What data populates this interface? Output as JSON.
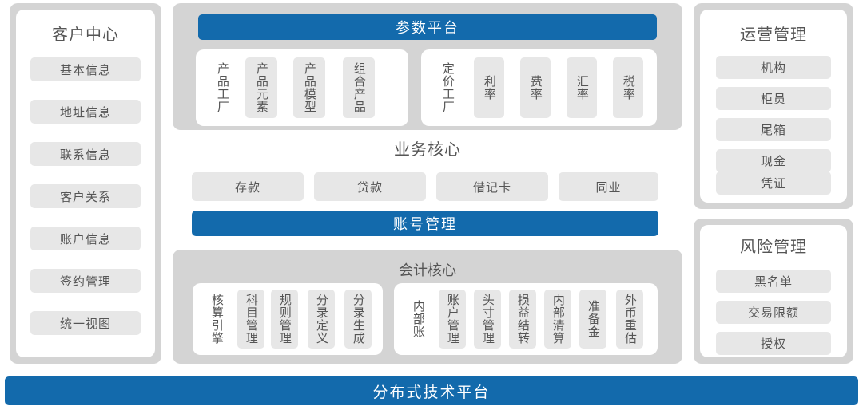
{
  "colors": {
    "accent_blue": "#136aac",
    "panel_gray": "#d4d4d4",
    "pill_gray": "#e7e7e7",
    "text_gray": "#555555",
    "card_white": "#ffffff"
  },
  "customer_center": {
    "title": "客户中心",
    "items": [
      "基本信息",
      "地址信息",
      "联系信息",
      "客户关系",
      "账户信息",
      "签约管理",
      "统一视图"
    ]
  },
  "parameter_platform": {
    "banner": "参数平台",
    "groups": [
      {
        "label": "产品工厂",
        "items": [
          "产品元素",
          "产品模型",
          "组合产品"
        ]
      },
      {
        "label": "定价工厂",
        "items": [
          "利率",
          "费率",
          "汇率",
          "税率"
        ]
      }
    ]
  },
  "business_core": {
    "title": "业务核心",
    "items": [
      "存款",
      "贷款",
      "借记卡",
      "同业"
    ],
    "banner": "账号管理"
  },
  "accounting_core": {
    "title": "会计核心",
    "groups": [
      {
        "label": "核算引擎",
        "items": [
          "科目管理",
          "规则管理",
          "分录定义",
          "分录生成"
        ]
      },
      {
        "label": "内部账",
        "items": [
          "账户管理",
          "头寸管理",
          "损益结转",
          "内部清算",
          "准备金",
          "外币重估"
        ]
      }
    ]
  },
  "operation_management": {
    "title": "运营管理",
    "items": [
      "机构",
      "柜员",
      "尾箱",
      "现金",
      "凭证"
    ]
  },
  "risk_management": {
    "title": "风险管理",
    "items": [
      "黑名单",
      "交易限额",
      "授权"
    ]
  },
  "footer": {
    "banner": "分布式技术平台"
  }
}
